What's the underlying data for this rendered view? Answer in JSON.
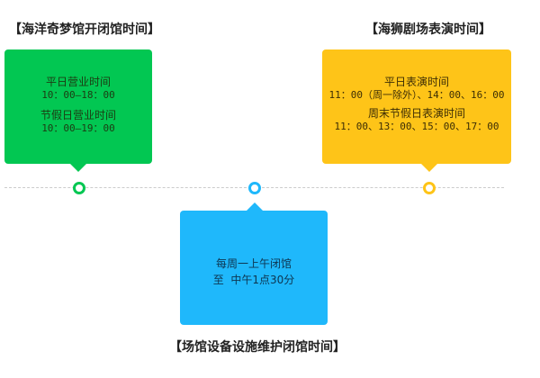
{
  "colors": {
    "green": "#02c752",
    "yellow": "#fec418",
    "blue": "#1fb8fb",
    "timeline": "#cccccc"
  },
  "ocean_dream": {
    "heading": "【海洋奇梦馆开闭馆时间】",
    "weekday_label": "平日营业时间",
    "weekday_hours": "10：00—18：00",
    "holiday_label": "节假日营业时间",
    "holiday_hours": "10：00—19：00"
  },
  "lion_show": {
    "heading": "【海狮剧场表演时间】",
    "weekday_label": "平日表演时间",
    "weekday_times": "11：00（周一除外）、14：00、16：00",
    "weekend_label": "周末节假日表演时间",
    "weekend_times": "11：00、13：00、15：00、17：00"
  },
  "maintenance": {
    "heading": "【场馆设备设施维护闭馆时间】",
    "line1": "每周一上午闭馆",
    "line2": "至  中午1点30分"
  }
}
